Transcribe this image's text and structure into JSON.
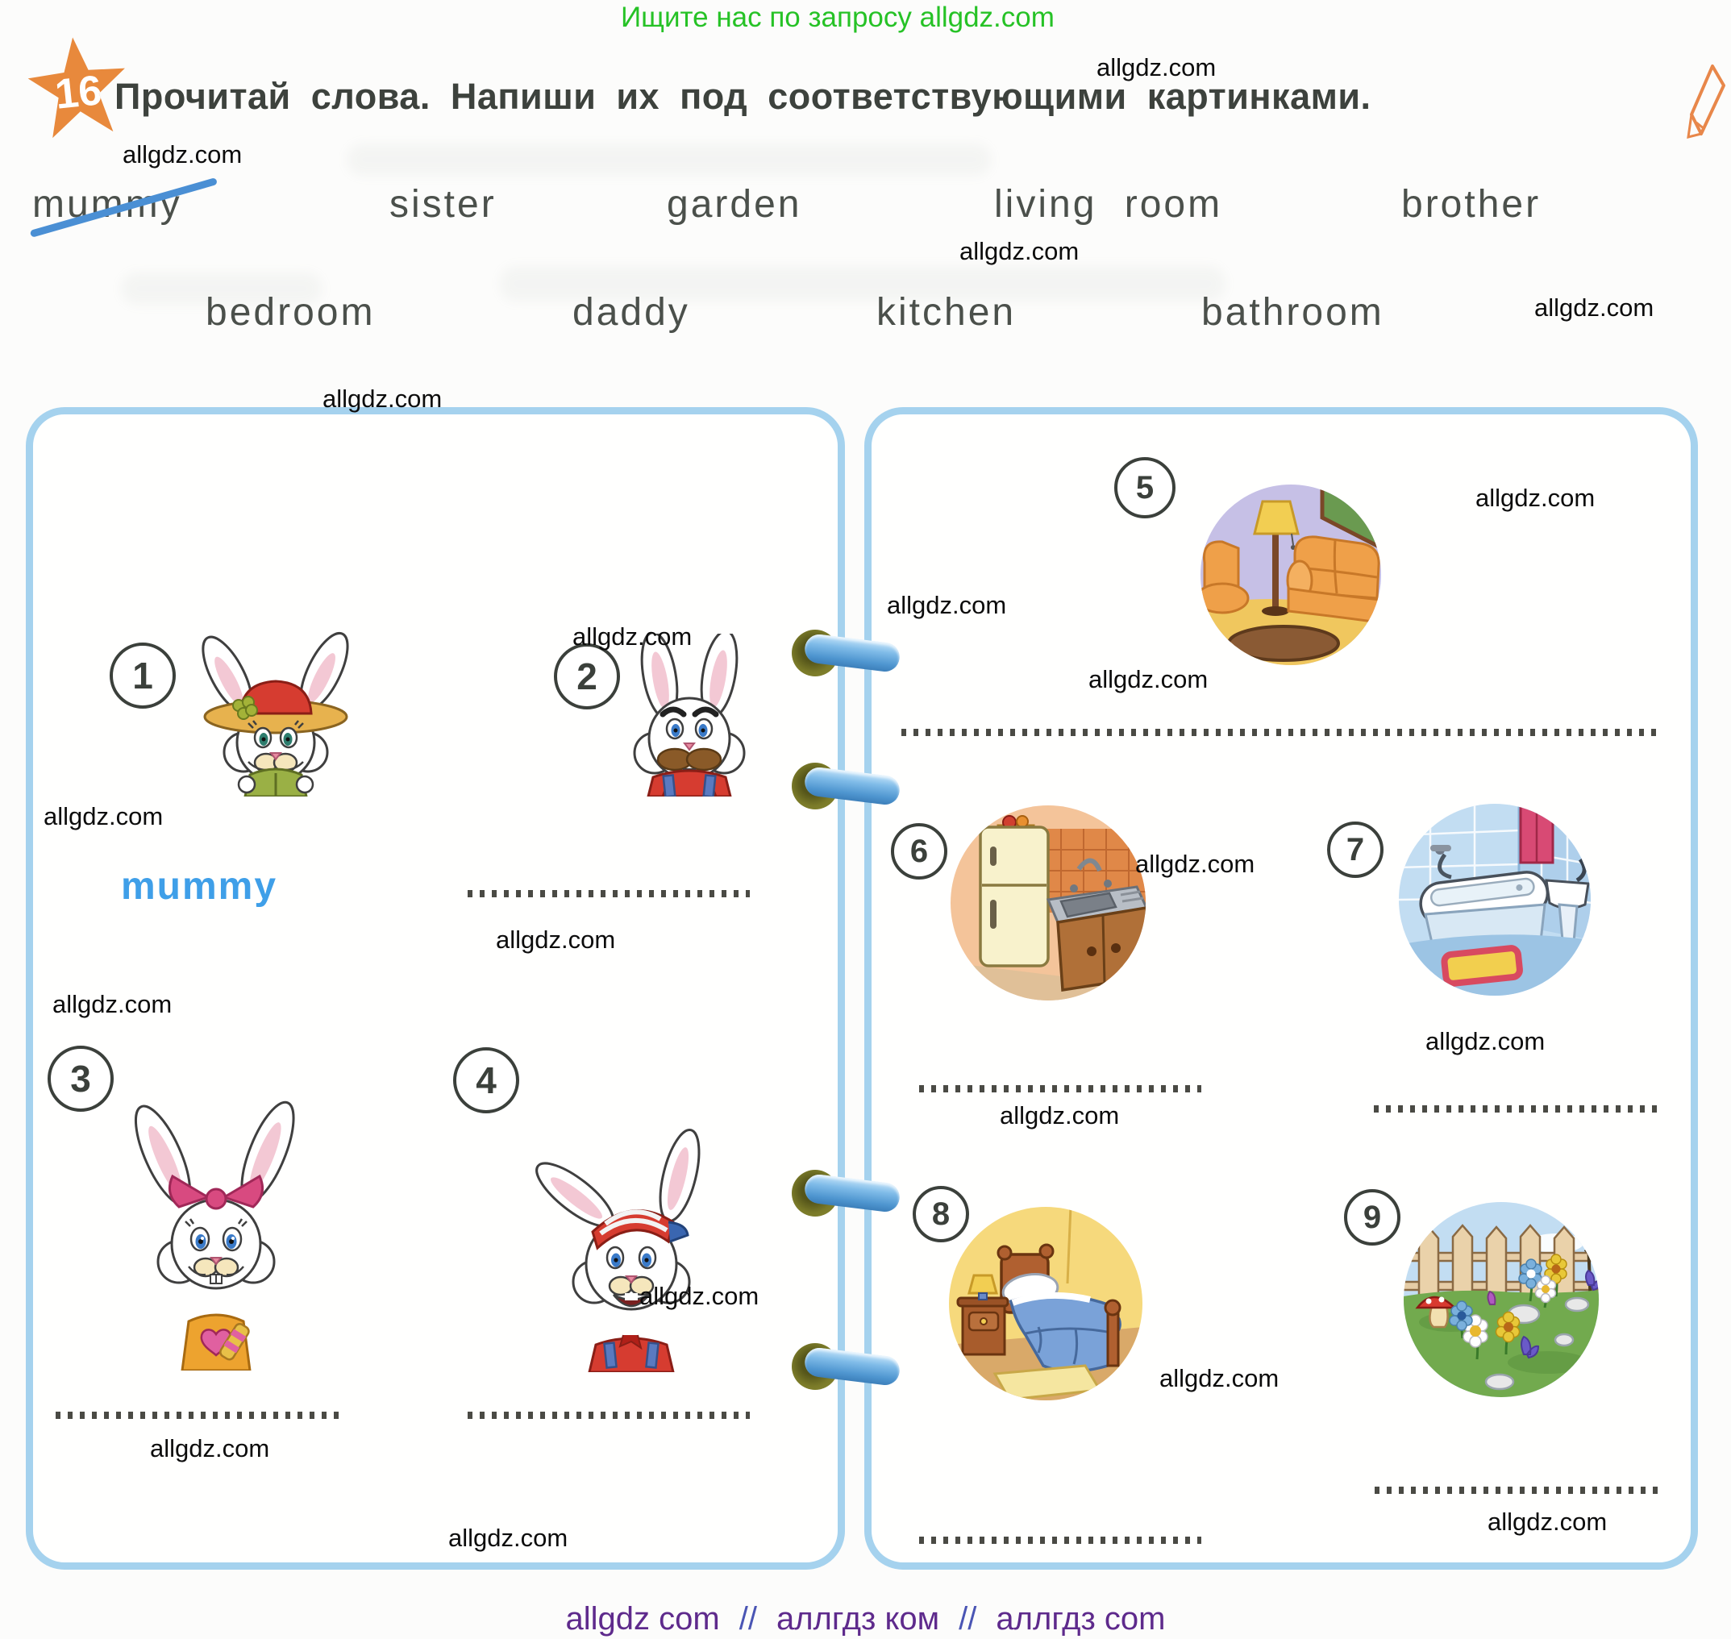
{
  "header": {
    "promo_text": "Ищите нас по запросу allgdz.com",
    "exercise_number": "16",
    "title": "Прочитай слова. Напиши их под соответствующими картинками."
  },
  "word_bank": {
    "row1": [
      {
        "label": "mummy",
        "crossed_out": true
      },
      {
        "label": "sister",
        "crossed_out": false
      },
      {
        "label": "garden",
        "crossed_out": false
      },
      {
        "label": "living room",
        "crossed_out": false
      },
      {
        "label": "brother",
        "crossed_out": false
      }
    ],
    "row2": [
      {
        "label": "bedroom",
        "crossed_out": false
      },
      {
        "label": "daddy",
        "crossed_out": false
      },
      {
        "label": "kitchen",
        "crossed_out": false
      },
      {
        "label": "bathroom",
        "crossed_out": false
      }
    ]
  },
  "watermark": {
    "text": "allgdz.com"
  },
  "notebook": {
    "left_page": {
      "items": [
        {
          "number": "1",
          "illustration": "mummy-rabbit",
          "answer": "mummy"
        },
        {
          "number": "2",
          "illustration": "daddy-rabbit",
          "answer": ""
        },
        {
          "number": "3",
          "illustration": "sister-rabbit",
          "answer": ""
        },
        {
          "number": "4",
          "illustration": "brother-rabbit",
          "answer": ""
        }
      ]
    },
    "right_page": {
      "items": [
        {
          "number": "5",
          "illustration": "living-room",
          "answer": ""
        },
        {
          "number": "6",
          "illustration": "kitchen",
          "answer": ""
        },
        {
          "number": "7",
          "illustration": "bathroom",
          "answer": ""
        },
        {
          "number": "8",
          "illustration": "bedroom",
          "answer": ""
        },
        {
          "number": "9",
          "illustration": "garden",
          "answer": ""
        }
      ]
    }
  },
  "footer": {
    "parts": [
      "allgdz com",
      "//",
      "аллгдз ком",
      "//",
      "аллгдз com"
    ]
  },
  "colors": {
    "promo_green": "#26c226",
    "star_orange": "#e8893c",
    "title_gray": "#3d423d",
    "page_border_blue": "#a5d2ee",
    "answer_blue": "#3f9fe8",
    "strike_blue": "#4a8fd4",
    "footer_purple": "#5e2a8c",
    "ring_olive": "#7a7a28",
    "ring_tube_blue": "#4f96d0"
  }
}
